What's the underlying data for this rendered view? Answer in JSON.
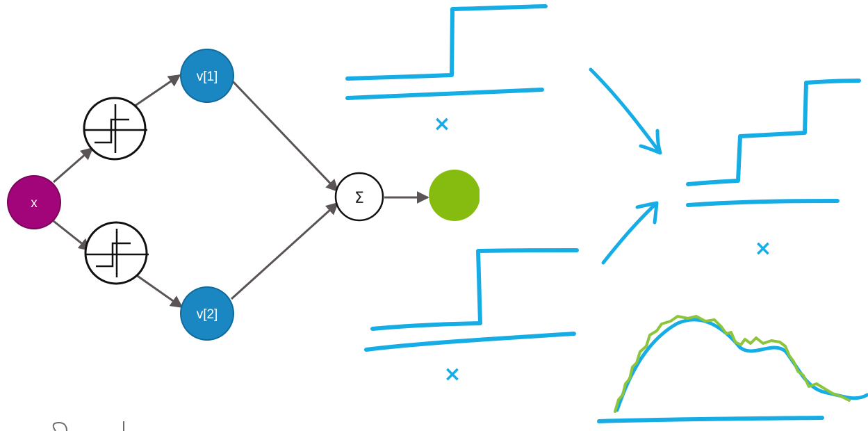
{
  "nodes": {
    "x": {
      "label": "x",
      "fill": "#a2057a"
    },
    "v1": {
      "label": "v[1]",
      "fill": "#1b87c2"
    },
    "v2": {
      "label": "v[2]",
      "fill": "#1b87c2"
    },
    "sum": {
      "label": "Σ"
    },
    "output": {
      "fill": "#86bc10"
    }
  },
  "sketch": {
    "x_mark": "×",
    "ink_color": "#16ade6",
    "fit_color": "#8cc43c"
  },
  "colors": {
    "edge": "#5a5456",
    "activation_stroke": "#111111"
  }
}
